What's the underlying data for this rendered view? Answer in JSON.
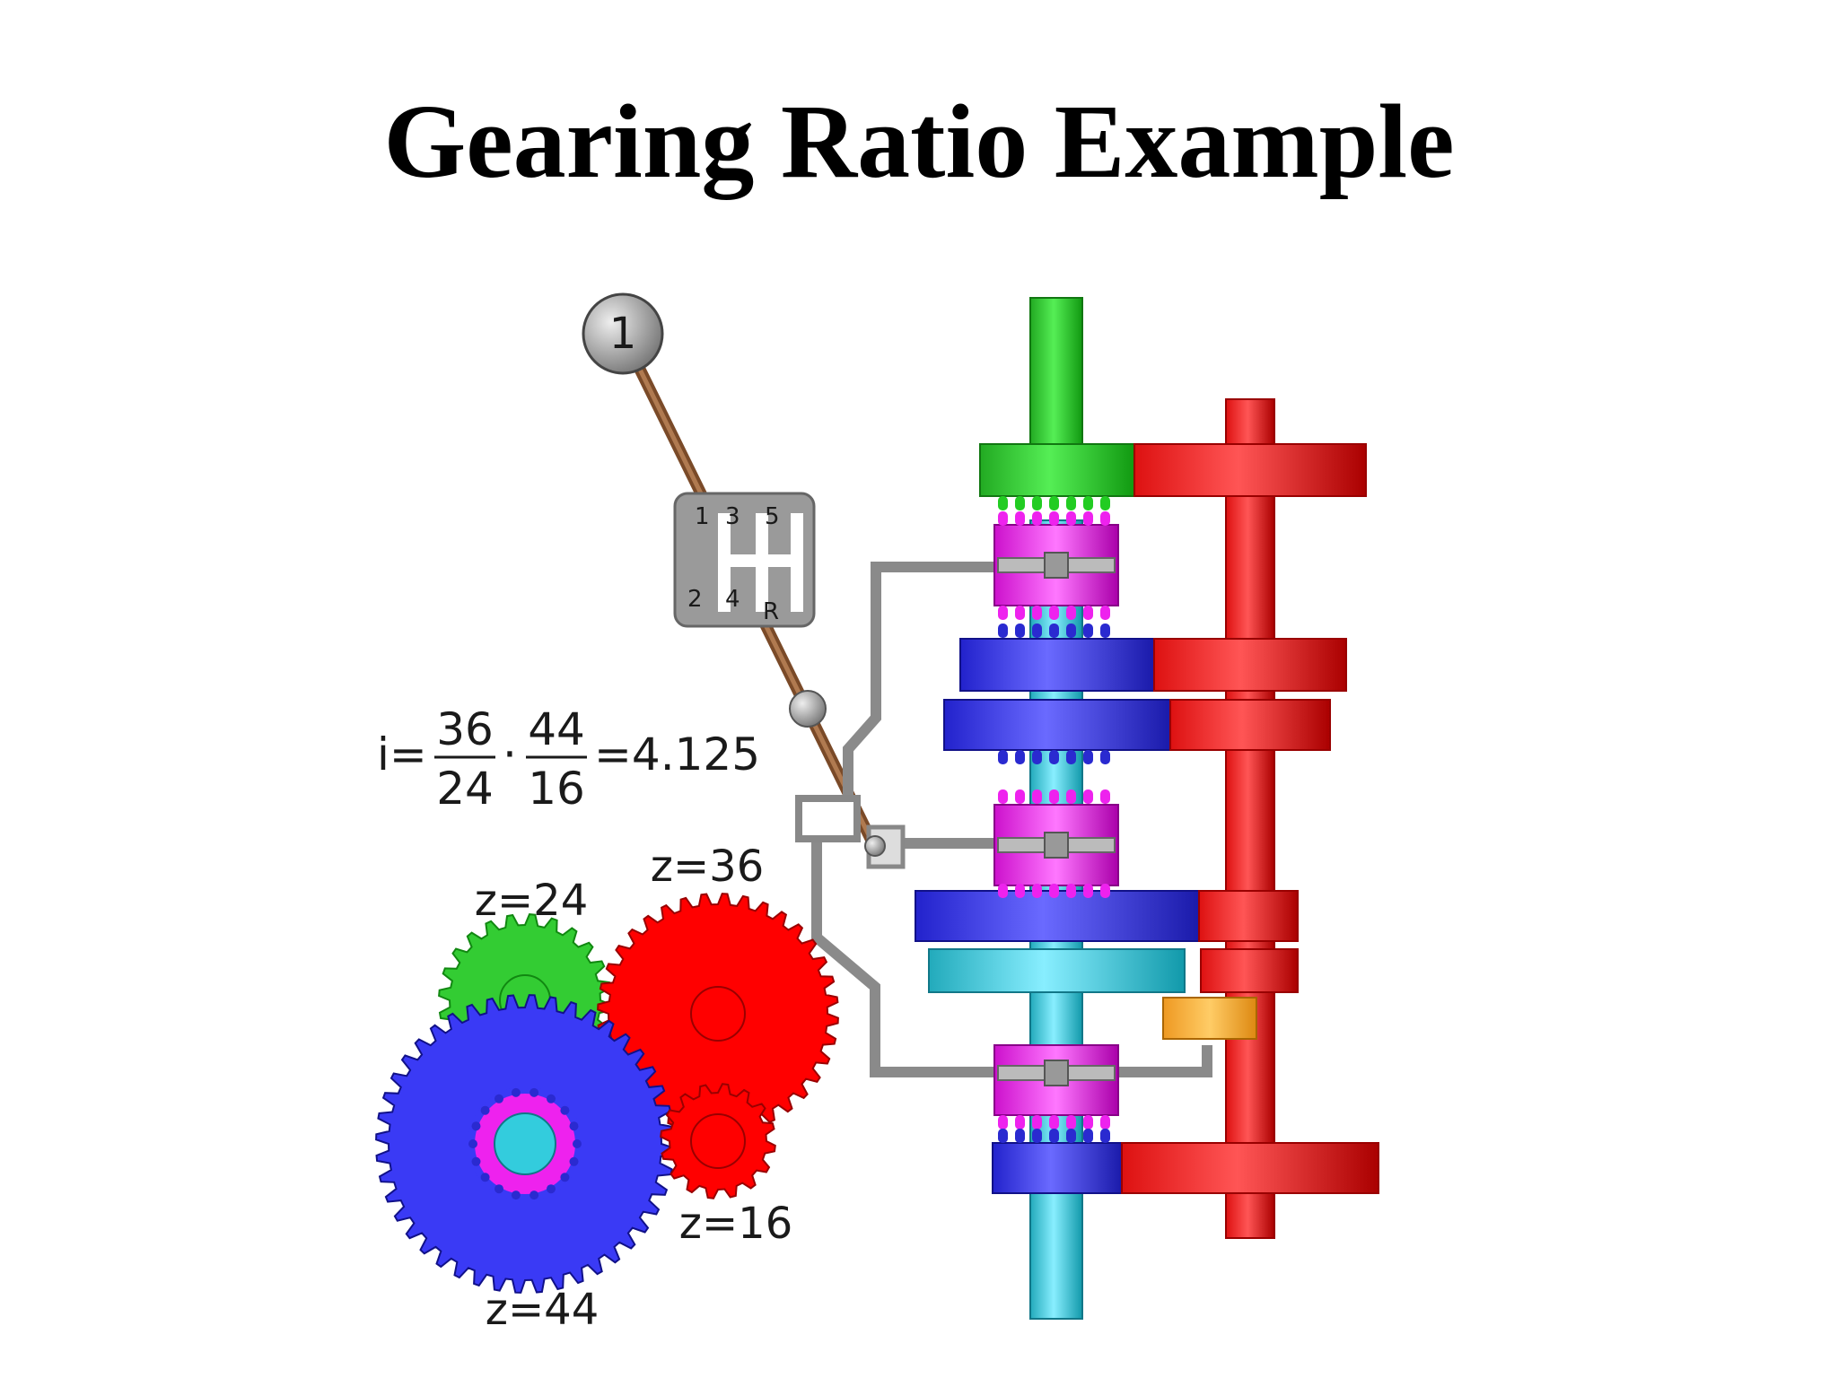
{
  "slide": {
    "title": "Gearing Ratio Example"
  },
  "shifter": {
    "knob_label": "1",
    "gate_top": [
      "1",
      "3",
      "5"
    ],
    "gate_bottom": [
      "2",
      "4",
      "R"
    ]
  },
  "formula": {
    "prefix": "i=",
    "fraction1": {
      "num": "36",
      "den": "24"
    },
    "dot": "·",
    "fraction2": {
      "num": "44",
      "den": "16"
    },
    "result": "=4.125"
  },
  "gears": [
    {
      "label": "z=24",
      "color": "#33cc33"
    },
    {
      "label": "z=36",
      "color": "#ff0000"
    },
    {
      "label": "z=44",
      "color": "#3a3af5"
    },
    {
      "label": "z=16",
      "color": "#ff0000"
    }
  ],
  "colors": {
    "input_shaft": "#22cc22",
    "counter_shaft": "#ff2222",
    "output_shaft": "#33ccdd",
    "gear_blue": "#3a3af5",
    "synchro": "#ee22ee",
    "reverse_idler": "#ffaa33",
    "linkage": "#888888"
  }
}
